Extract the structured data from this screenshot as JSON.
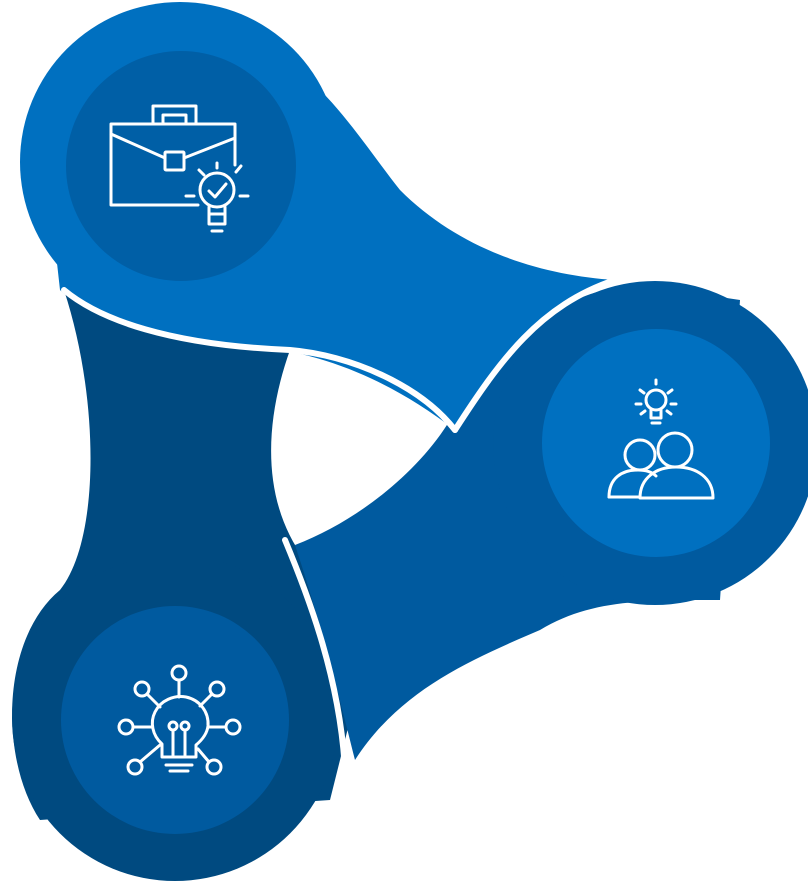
{
  "diagram": {
    "type": "three-node-connector",
    "nodes": [
      {
        "id": "top-left",
        "icon": "briefcase-lightbulb-check-icon",
        "color": "#0070C0",
        "inner_color": "#005FA6"
      },
      {
        "id": "right",
        "icon": "team-idea-icon",
        "color": "#005A9F",
        "inner_color": "#0070C0"
      },
      {
        "id": "bottom-left",
        "icon": "lightbulb-network-icon",
        "color": "#004A80",
        "inner_color": "#005A9F"
      }
    ],
    "colors": {
      "background": "#FFFFFF",
      "icon_stroke": "#FFFFFF"
    }
  }
}
